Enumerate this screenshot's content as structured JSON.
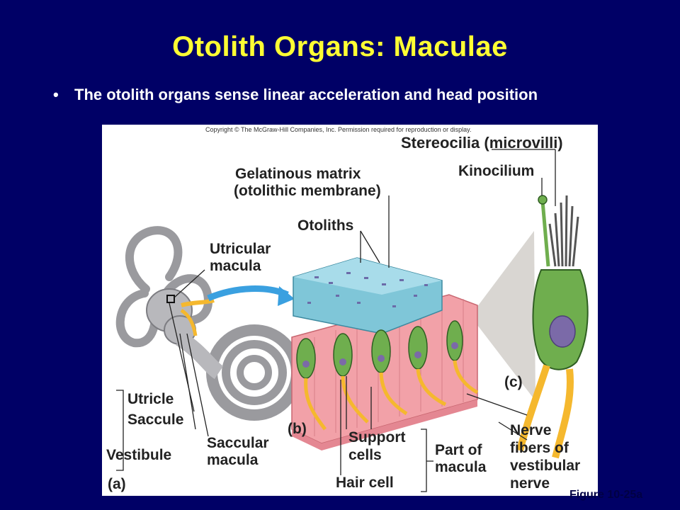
{
  "slide": {
    "title": "Otolith Organs: Maculae",
    "bullet": "The otolith organs sense linear acceleration and head position",
    "figure_caption": "Figure 10-25a"
  },
  "figure": {
    "copyright": "Copyright © The McGraw-Hill Companies, Inc. Permission required for reproduction or display.",
    "labels": {
      "stereocilia": "Stereocilia (microvilli)",
      "kinocilium": "Kinocilium",
      "gelatinous1": "Gelatinous matrix",
      "gelatinous2": "(otolithic membrane)",
      "otoliths": "Otoliths",
      "utricular1": "Utricular",
      "utricular2": "macula",
      "utricle": "Utricle",
      "saccule": "Saccule",
      "vestibule": "Vestibule",
      "saccular1": "Saccular",
      "saccular2": "macula",
      "panel_a": "(a)",
      "panel_b": "(b)",
      "panel_c": "(c)",
      "support1": "Support",
      "support2": "cells",
      "hair_cell": "Hair cell",
      "part1": "Part of",
      "part2": "macula",
      "nerve1": "Nerve",
      "nerve2": "fibers of",
      "nerve3": "vestibular",
      "nerve4": "nerve"
    }
  },
  "colors": {
    "background": "#000066",
    "title": "#ffff33",
    "bullet": "#ffffff",
    "gel": "#7fc6d8",
    "cell_green": "#6fae4e",
    "tissue_pink": "#f2a1a8",
    "nerve_yellow": "#f5b82e"
  }
}
